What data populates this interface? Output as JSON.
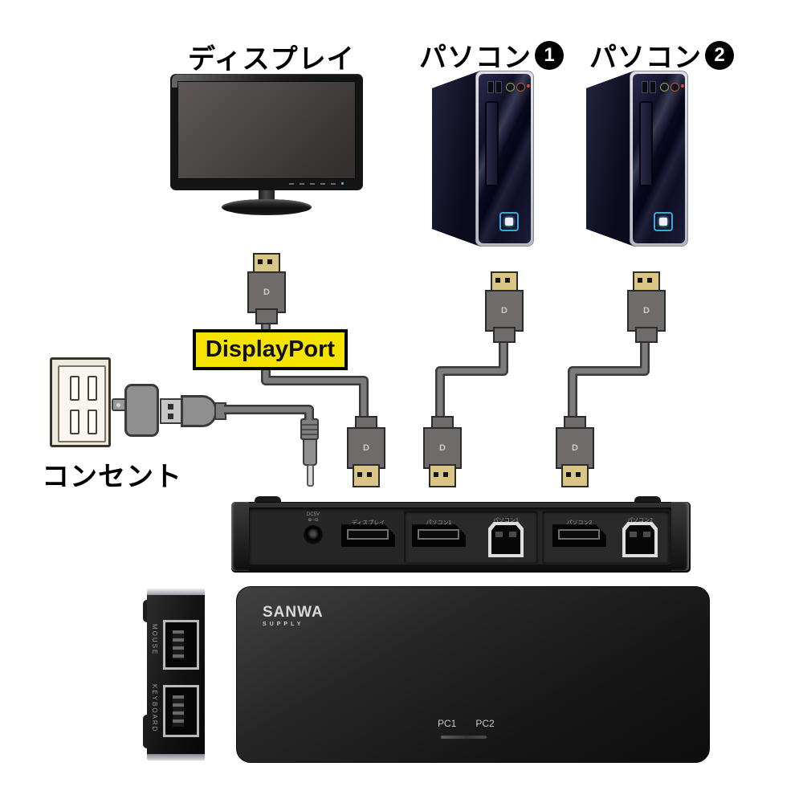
{
  "diagram": {
    "background": "#ffffff",
    "devices": {
      "monitor_label": "ディスプレイ",
      "pc_label": "パソコン",
      "pc1_number": "1",
      "pc2_number": "2",
      "outlet_label": "コンセント"
    },
    "cable_tag": {
      "text": "DisplayPort",
      "bg": "#f6e400",
      "border": "#000000"
    },
    "dp_connector_logo": "D",
    "kvm_rear": {
      "dc_jack_label_line1": "DC5V",
      "dc_jack_label_line2": "⊕−⊖",
      "console_port_label": "ディスプレイ",
      "pc1_dp_label": "パソコン1",
      "pc1_usb_label": "パソコン1",
      "pc2_dp_label": "パソコン2",
      "pc2_usb_label": "パソコン2"
    },
    "kvm_front": {
      "brand": "SANWA",
      "brand_sub": "SUPPLY",
      "pc1_indicator": "PC1",
      "pc2_indicator": "PC2"
    },
    "kvm_side": {
      "mouse_port_label": "MOUSE",
      "keyboard_port_label": "KEYBOARD"
    },
    "colors": {
      "cable": "#7c7c7c",
      "cable_outline": "#3a3a3a",
      "connector_body": "#6f6b6b",
      "connector_tip": "#d9c687",
      "tag_yellow": "#f6e400",
      "device_black": "#1d1d1d",
      "tower_navy": "#10102a",
      "power_button_blue": "#35a8dc"
    }
  }
}
